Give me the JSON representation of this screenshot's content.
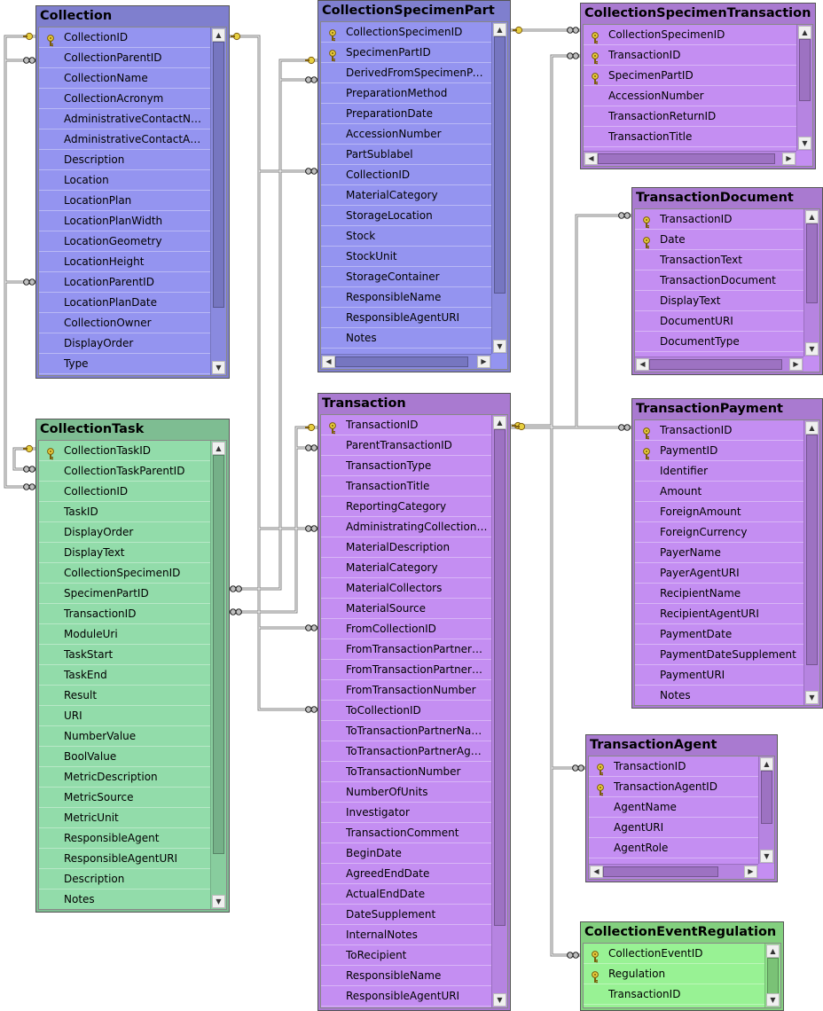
{
  "colors": {
    "collection_group": "#9494f0",
    "transaction_group": "#c48ef2",
    "task_group": "#92dcaa",
    "regulation_group": "#98f294",
    "key_icon": "#d8b838",
    "connector": "#808080"
  },
  "key_icon_name": "primary-key-icon",
  "relationship_end_icon_name": "infinity-connector-icon",
  "tables": [
    {
      "id": "collection",
      "title": "Collection",
      "color_group": "collection_group",
      "columns": [
        {
          "name": "CollectionID",
          "pk": true
        },
        {
          "name": "CollectionParentID",
          "pk": false
        },
        {
          "name": "CollectionName",
          "pk": false
        },
        {
          "name": "CollectionAcronym",
          "pk": false
        },
        {
          "name": "AdministrativeContactName",
          "pk": false
        },
        {
          "name": "AdministrativeContactAgen...",
          "pk": false
        },
        {
          "name": "Description",
          "pk": false
        },
        {
          "name": "Location",
          "pk": false
        },
        {
          "name": "LocationPlan",
          "pk": false
        },
        {
          "name": "LocationPlanWidth",
          "pk": false
        },
        {
          "name": "LocationGeometry",
          "pk": false
        },
        {
          "name": "LocationHeight",
          "pk": false
        },
        {
          "name": "LocationParentID",
          "pk": false
        },
        {
          "name": "LocationPlanDate",
          "pk": false
        },
        {
          "name": "CollectionOwner",
          "pk": false
        },
        {
          "name": "DisplayOrder",
          "pk": false
        },
        {
          "name": "Type",
          "pk": false
        }
      ]
    },
    {
      "id": "collection-specimen-part",
      "title": "CollectionSpecimenPart",
      "color_group": "collection_group",
      "columns": [
        {
          "name": "CollectionSpecimenID",
          "pk": true
        },
        {
          "name": "SpecimenPartID",
          "pk": true
        },
        {
          "name": "DerivedFromSpecimenPartID",
          "pk": false
        },
        {
          "name": "PreparationMethod",
          "pk": false
        },
        {
          "name": "PreparationDate",
          "pk": false
        },
        {
          "name": "AccessionNumber",
          "pk": false
        },
        {
          "name": "PartSublabel",
          "pk": false
        },
        {
          "name": "CollectionID",
          "pk": false
        },
        {
          "name": "MaterialCategory",
          "pk": false
        },
        {
          "name": "StorageLocation",
          "pk": false
        },
        {
          "name": "Stock",
          "pk": false
        },
        {
          "name": "StockUnit",
          "pk": false
        },
        {
          "name": "StorageContainer",
          "pk": false
        },
        {
          "name": "ResponsibleName",
          "pk": false
        },
        {
          "name": "ResponsibleAgentURI",
          "pk": false
        },
        {
          "name": "Notes",
          "pk": false
        }
      ]
    },
    {
      "id": "collection-specimen-transaction",
      "title": "CollectionSpecimenTransaction",
      "color_group": "transaction_group",
      "columns": [
        {
          "name": "CollectionSpecimenID",
          "pk": true
        },
        {
          "name": "TransactionID",
          "pk": true
        },
        {
          "name": "SpecimenPartID",
          "pk": true
        },
        {
          "name": "AccessionNumber",
          "pk": false
        },
        {
          "name": "TransactionReturnID",
          "pk": false
        },
        {
          "name": "TransactionTitle",
          "pk": false
        }
      ]
    },
    {
      "id": "transaction-document",
      "title": "TransactionDocument",
      "color_group": "transaction_group",
      "columns": [
        {
          "name": "TransactionID",
          "pk": true
        },
        {
          "name": "Date",
          "pk": true
        },
        {
          "name": "TransactionText",
          "pk": false
        },
        {
          "name": "TransactionDocument",
          "pk": false
        },
        {
          "name": "DisplayText",
          "pk": false
        },
        {
          "name": "DocumentURI",
          "pk": false
        },
        {
          "name": "DocumentType",
          "pk": false
        }
      ]
    },
    {
      "id": "collection-task",
      "title": "CollectionTask",
      "color_group": "task_group",
      "columns": [
        {
          "name": "CollectionTaskID",
          "pk": true
        },
        {
          "name": "CollectionTaskParentID",
          "pk": false
        },
        {
          "name": "CollectionID",
          "pk": false
        },
        {
          "name": "TaskID",
          "pk": false
        },
        {
          "name": "DisplayOrder",
          "pk": false
        },
        {
          "name": "DisplayText",
          "pk": false
        },
        {
          "name": "CollectionSpecimenID",
          "pk": false
        },
        {
          "name": "SpecimenPartID",
          "pk": false
        },
        {
          "name": "TransactionID",
          "pk": false
        },
        {
          "name": "ModuleUri",
          "pk": false
        },
        {
          "name": "TaskStart",
          "pk": false
        },
        {
          "name": "TaskEnd",
          "pk": false
        },
        {
          "name": "Result",
          "pk": false
        },
        {
          "name": "URI",
          "pk": false
        },
        {
          "name": "NumberValue",
          "pk": false
        },
        {
          "name": "BoolValue",
          "pk": false
        },
        {
          "name": "MetricDescription",
          "pk": false
        },
        {
          "name": "MetricSource",
          "pk": false
        },
        {
          "name": "MetricUnit",
          "pk": false
        },
        {
          "name": "ResponsibleAgent",
          "pk": false
        },
        {
          "name": "ResponsibleAgentURI",
          "pk": false
        },
        {
          "name": "Description",
          "pk": false
        },
        {
          "name": "Notes",
          "pk": false
        }
      ]
    },
    {
      "id": "transaction",
      "title": "Transaction",
      "color_group": "transaction_group",
      "columns": [
        {
          "name": "TransactionID",
          "pk": true
        },
        {
          "name": "ParentTransactionID",
          "pk": false
        },
        {
          "name": "TransactionType",
          "pk": false
        },
        {
          "name": "TransactionTitle",
          "pk": false
        },
        {
          "name": "ReportingCategory",
          "pk": false
        },
        {
          "name": "AdministratingCollectionID",
          "pk": false
        },
        {
          "name": "MaterialDescription",
          "pk": false
        },
        {
          "name": "MaterialCategory",
          "pk": false
        },
        {
          "name": "MaterialCollectors",
          "pk": false
        },
        {
          "name": "MaterialSource",
          "pk": false
        },
        {
          "name": "FromCollectionID",
          "pk": false
        },
        {
          "name": "FromTransactionPartnerNa...",
          "pk": false
        },
        {
          "name": "FromTransactionPartnerAge...",
          "pk": false
        },
        {
          "name": "FromTransactionNumber",
          "pk": false
        },
        {
          "name": "ToCollectionID",
          "pk": false
        },
        {
          "name": "ToTransactionPartnerName",
          "pk": false
        },
        {
          "name": "ToTransactionPartnerAgent...",
          "pk": false
        },
        {
          "name": "ToTransactionNumber",
          "pk": false
        },
        {
          "name": "NumberOfUnits",
          "pk": false
        },
        {
          "name": "Investigator",
          "pk": false
        },
        {
          "name": "TransactionComment",
          "pk": false
        },
        {
          "name": "BeginDate",
          "pk": false
        },
        {
          "name": "AgreedEndDate",
          "pk": false
        },
        {
          "name": "ActualEndDate",
          "pk": false
        },
        {
          "name": "DateSupplement",
          "pk": false
        },
        {
          "name": "InternalNotes",
          "pk": false
        },
        {
          "name": "ToRecipient",
          "pk": false
        },
        {
          "name": "ResponsibleName",
          "pk": false
        },
        {
          "name": "ResponsibleAgentURI",
          "pk": false
        }
      ]
    },
    {
      "id": "transaction-payment",
      "title": "TransactionPayment",
      "color_group": "transaction_group",
      "columns": [
        {
          "name": "TransactionID",
          "pk": true
        },
        {
          "name": "PaymentID",
          "pk": true
        },
        {
          "name": "Identifier",
          "pk": false
        },
        {
          "name": "Amount",
          "pk": false
        },
        {
          "name": "ForeignAmount",
          "pk": false
        },
        {
          "name": "ForeignCurrency",
          "pk": false
        },
        {
          "name": "PayerName",
          "pk": false
        },
        {
          "name": "PayerAgentURI",
          "pk": false
        },
        {
          "name": "RecipientName",
          "pk": false
        },
        {
          "name": "RecipientAgentURI",
          "pk": false
        },
        {
          "name": "PaymentDate",
          "pk": false
        },
        {
          "name": "PaymentDateSupplement",
          "pk": false
        },
        {
          "name": "PaymentURI",
          "pk": false
        },
        {
          "name": "Notes",
          "pk": false
        }
      ]
    },
    {
      "id": "transaction-agent",
      "title": "TransactionAgent",
      "color_group": "transaction_group",
      "columns": [
        {
          "name": "TransactionID",
          "pk": true
        },
        {
          "name": "TransactionAgentID",
          "pk": true
        },
        {
          "name": "AgentName",
          "pk": false
        },
        {
          "name": "AgentURI",
          "pk": false
        },
        {
          "name": "AgentRole",
          "pk": false
        }
      ]
    },
    {
      "id": "collection-event-regulation",
      "title": "CollectionEventRegulation",
      "color_group": "regulation_group",
      "columns": [
        {
          "name": "CollectionEventID",
          "pk": true
        },
        {
          "name": "Regulation",
          "pk": true
        },
        {
          "name": "TransactionID",
          "pk": false
        }
      ]
    }
  ]
}
